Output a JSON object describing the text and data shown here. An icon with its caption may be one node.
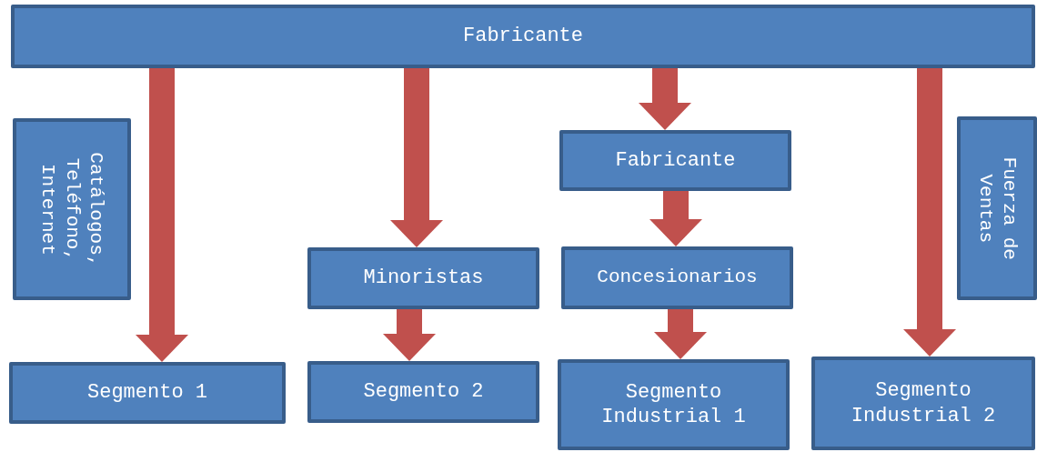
{
  "diagram": {
    "nodes": [
      {
        "text": [
          "Fabricante"
        ]
      },
      {
        "text": [
          "Catálogos, Teléfono, Internet"
        ]
      },
      {
        "text": [
          "Fabricante"
        ]
      },
      {
        "text": [
          "Minoristas"
        ]
      },
      {
        "text": [
          "Concesionarios"
        ]
      },
      {
        "text": [
          "Fuerza de Ventas"
        ]
      },
      {
        "text": [
          "Segmento 1"
        ]
      },
      {
        "text": [
          "Segmento 2"
        ]
      },
      {
        "text": [
          "Segmento Industrial 1"
        ]
      },
      {
        "text": [
          "Segmento Industrial 2"
        ]
      }
    ],
    "edges": [
      {
        "from": 0,
        "to": 6,
        "arrow": "to"
      },
      {
        "from": 0,
        "to": 3,
        "arrow": "to"
      },
      {
        "from": 0,
        "to": 2,
        "arrow": "to"
      },
      {
        "from": 2,
        "to": 4,
        "arrow": "to"
      },
      {
        "from": 3,
        "to": 7,
        "arrow": "to"
      },
      {
        "from": 4,
        "to": 8,
        "arrow": "to"
      },
      {
        "from": 0,
        "to": 9,
        "arrow": "to"
      }
    ]
  }
}
